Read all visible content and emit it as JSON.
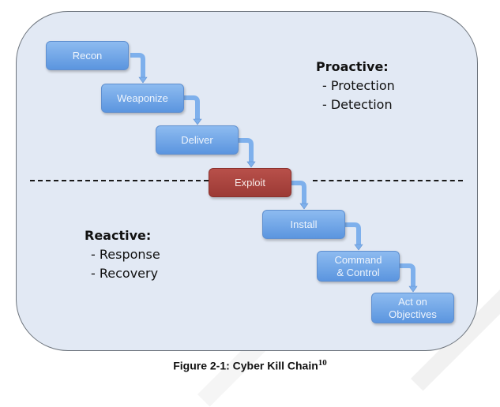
{
  "diagram": {
    "stages": [
      {
        "label": "Recon",
        "type": "normal"
      },
      {
        "label": "Weaponize",
        "type": "normal"
      },
      {
        "label": "Deliver",
        "type": "normal"
      },
      {
        "label": "Exploit",
        "type": "highlight"
      },
      {
        "label": "Install",
        "type": "normal"
      },
      {
        "label": "Command & Control",
        "type": "normal"
      },
      {
        "label": "Act on Objectives",
        "type": "normal"
      }
    ],
    "proactive": {
      "heading": "Proactive:",
      "items": [
        "- Protection",
        "- Detection"
      ]
    },
    "reactive": {
      "heading": "Reactive:",
      "items": [
        "- Response",
        "- Recovery"
      ]
    },
    "colors": {
      "stage": "#6fa5e6",
      "highlight": "#a8433e",
      "panel": "#e2e9f4"
    }
  },
  "caption": {
    "text": "Figure 2-1:  Cyber Kill Chain",
    "footnote": "10"
  }
}
